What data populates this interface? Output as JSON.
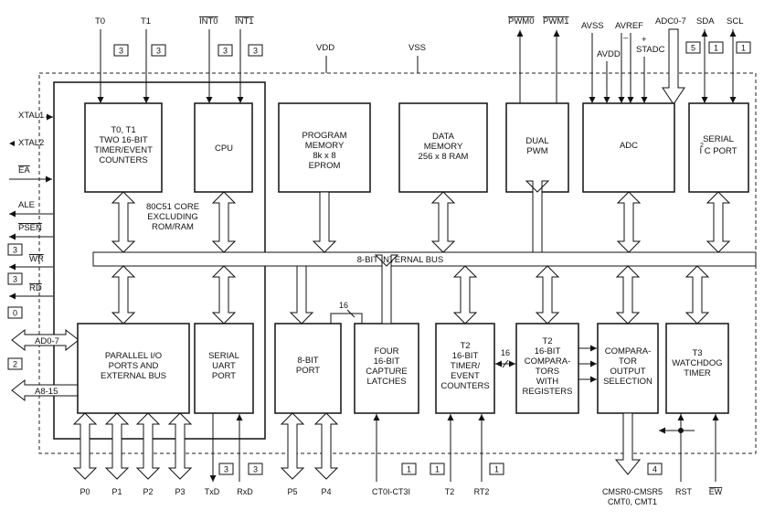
{
  "top_pins": {
    "t0": "T0",
    "t1": "T1",
    "int0": "INT0",
    "int1": "INT1",
    "vdd": "VDD",
    "vss": "VSS",
    "pwm0": "PWM0",
    "pwm1": "PWM1",
    "avss": "AVSS",
    "avdd": "AVDD",
    "avref": "AVREF",
    "minus": "–",
    "plus": "+",
    "stadc": "STADC",
    "adc07": "ADC0-7",
    "sda": "SDA",
    "scl": "SCL"
  },
  "top_counts": {
    "t0": "3",
    "t1": "3",
    "int0": "3",
    "int1": "3",
    "adc": "5",
    "sda": "1",
    "scl": "1"
  },
  "left_pins": {
    "xtal1": "XTAL1",
    "xtal2": "XTAL2",
    "ea": "EA",
    "ale": "ALE",
    "psen": "PSEN",
    "wr": "WR",
    "rd": "RD",
    "ad07": "AD0-7",
    "a815": "A8-15"
  },
  "left_counts": {
    "wr": "3",
    "rd": "3",
    "ad": "0",
    "a": "2"
  },
  "blocks": {
    "timer01": [
      "T0, T1",
      "TWO 16-BIT",
      "TIMER/EVENT",
      "COUNTERS"
    ],
    "cpu": [
      "CPU"
    ],
    "core_label": [
      "80C51 CORE",
      "EXCLUDING",
      "ROM/RAM"
    ],
    "prog_mem": [
      "PROGRAM",
      "MEMORY",
      "8k x 8",
      "EPROM"
    ],
    "data_mem": [
      "DATA",
      "MEMORY",
      "256 x 8 RAM"
    ],
    "dual_pwm": [
      "DUAL",
      "PWM"
    ],
    "adc": [
      "ADC"
    ],
    "serial_i2c": [
      "SERIAL",
      "I C PORT"
    ],
    "i2c_sup": "2",
    "bus": "8-BIT INTERNAL BUS",
    "parallel_io": [
      "PARALLEL I/O",
      "PORTS AND",
      "EXTERNAL BUS"
    ],
    "serial_uart": [
      "SERIAL",
      "UART",
      "PORT"
    ],
    "port8": [
      "8-BIT",
      "PORT"
    ],
    "capture": [
      "FOUR",
      "16-BIT",
      "CAPTURE",
      "LATCHES"
    ],
    "t2_timer": [
      "T2",
      "16-BIT",
      "TIMER/",
      "EVENT",
      "COUNTERS"
    ],
    "t2_comp": [
      "T2",
      "16-BIT",
      "COMPARA-",
      "TORS",
      "WITH",
      "REGISTERS"
    ],
    "comp_sel": [
      "COMPARA-",
      "TOR",
      "OUTPUT",
      "SELECTION"
    ],
    "t3_wdt": [
      "T3",
      "WATCHDOG",
      "TIMER"
    ],
    "w16a": "16",
    "w16b": "16"
  },
  "bottom_pins": {
    "p0": "P0",
    "p1": "P1",
    "p2": "P2",
    "p3": "P3",
    "txd": "TxD",
    "rxd": "RxD",
    "p5": "P5",
    "p4": "P4",
    "ct": "CT0I-CT3I",
    "t2": "T2",
    "rt2": "RT2",
    "cmsr": "CMSR0-CMSR5",
    "cmt": "CMT0, CMT1",
    "rst": "RST",
    "ew": "EW"
  },
  "bottom_counts": {
    "txd": "3",
    "rxd": "3",
    "ct": "1",
    "t2": "1",
    "rt2": "1",
    "cmsr": "4"
  }
}
